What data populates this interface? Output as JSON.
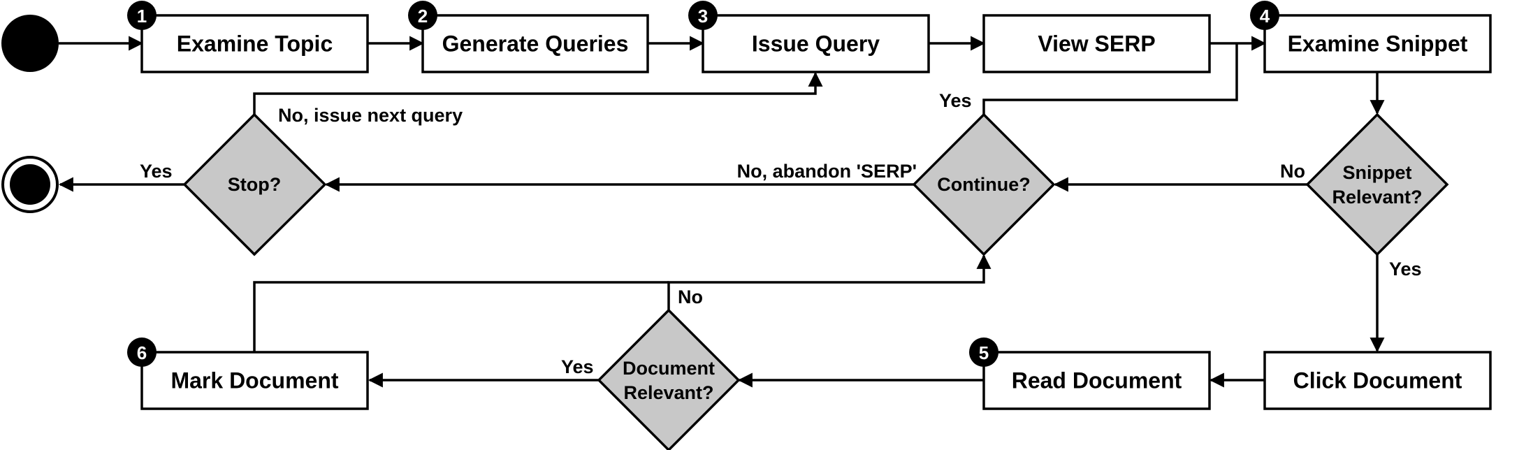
{
  "nodes": {
    "examine_topic": "Examine Topic",
    "generate_queries": "Generate Queries",
    "issue_query": "Issue Query",
    "view_serp": "View SERP",
    "examine_snippet": "Examine Snippet",
    "click_document": "Click Document",
    "read_document": "Read Document",
    "mark_document": "Mark Document"
  },
  "decisions": {
    "stop": [
      "Stop?"
    ],
    "continue": [
      "Continue?"
    ],
    "snippet_relevant": [
      "Snippet",
      "Relevant?"
    ],
    "document_relevant": [
      "Document",
      "Relevant?"
    ]
  },
  "edge_labels": {
    "stop_no": "No, issue next query",
    "stop_yes": "Yes",
    "continue_yes": "Yes",
    "continue_no": "No, abandon 'SERP'",
    "snippet_no": "No",
    "snippet_yes": "Yes",
    "document_yes": "Yes",
    "document_no": "No"
  },
  "badges": {
    "examine_topic": "1",
    "generate_queries": "2",
    "issue_query": "3",
    "examine_snippet": "4",
    "read_document": "5",
    "mark_document": "6"
  }
}
